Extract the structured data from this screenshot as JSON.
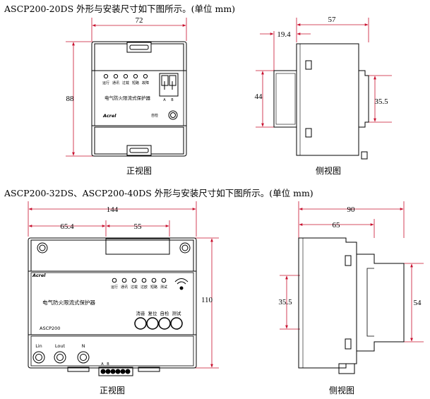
{
  "headings": {
    "top": "ASCP200-20DS 外形与安装尺寸如下图所示。(单位 mm)",
    "bottom": "ASCP200-32DS、ASCP200-40DS 外形与安装尺寸如下图所示。(单位 mm)"
  },
  "top_front": {
    "caption": "正视图",
    "dim_width": "72",
    "dim_height": "88",
    "indicators": [
      "运行",
      "通讯",
      "过载",
      "短路",
      "故障"
    ],
    "device_name": "电气防火限流式保护器",
    "brand": "Acrel",
    "self_test": "自检",
    "terminal_a": "A",
    "terminal_b": "B"
  },
  "top_side": {
    "caption": "侧视图",
    "dim_depth": "57",
    "dim_offset": "19.4",
    "dim_left": "44",
    "dim_rail": "35.5"
  },
  "bottom_front": {
    "caption": "正视图",
    "dim_width": "144",
    "dim_left": "65.4",
    "dim_mid": "55",
    "dim_height": "110",
    "indicators": [
      "运行",
      "通讯",
      "过载",
      "过欧",
      "短路",
      "测试"
    ],
    "device_name": "电气防火限流式保护器",
    "brand": "Acrel",
    "model": "ASCP200",
    "buttons": [
      "消音",
      "复位",
      "自检",
      "测试"
    ],
    "terminals": [
      "Lin",
      "Lout",
      "N"
    ],
    "terminal_a": "A",
    "terminal_b": "B"
  },
  "bottom_side": {
    "caption": "侧视图",
    "dim_depth": "90",
    "dim_offset": "65",
    "dim_rail": "35.5",
    "dim_right": "54"
  }
}
